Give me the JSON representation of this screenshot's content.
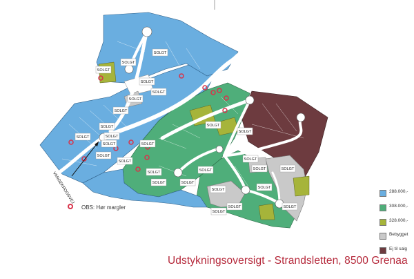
{
  "title": "Udstykningsoversigt - Strandsletten, 8500 Grenaa",
  "note": {
    "text": "OBS: Hør margler",
    "ring_icon": "red-ring-icon",
    "ring_color": "#d8334a"
  },
  "road_label": "VANGEKROGSVEJ",
  "sold_label": "SOLGT",
  "legend": [
    {
      "label": "288.000,-",
      "color": "#6aaee0"
    },
    {
      "label": "308.000,-",
      "color": "#4fae7a"
    },
    {
      "label": "328.000,-",
      "color": "#a6b43a"
    },
    {
      "label": "Bebygget",
      "color": "#c9c9c9"
    },
    {
      "label": "Ej til salg",
      "color": "#6d3b3f"
    }
  ],
  "colors": {
    "blue_lots": "#6aaee0",
    "green_lots": "#4fae7a",
    "olive_lots": "#a6b43a",
    "built_lots": "#c9c9c9",
    "not_for_sale": "#6d3b3f",
    "roads": "#ffffff",
    "title_red": "#b5283a"
  }
}
